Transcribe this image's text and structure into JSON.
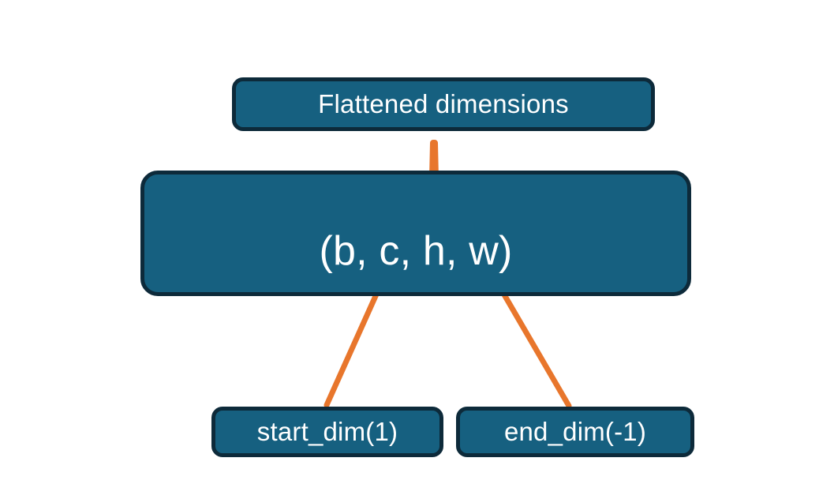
{
  "diagram": {
    "title_node": {
      "label": "Flattened dimensions",
      "name": "flattened-dimensions-box"
    },
    "shape_node": {
      "label": "(b, c, h, w)",
      "name": "tensor-shape-box"
    },
    "argument_nodes": [
      {
        "label": "start_dim(1)",
        "name": "start-dim-box"
      },
      {
        "label": "end_dim(-1)",
        "name": "end-dim-box"
      }
    ],
    "connectors": [
      {
        "name": "brace-connector",
        "kind": "curly-brace-up",
        "from": "tensor-shape-box",
        "to": "flattened-dimensions-box"
      },
      {
        "name": "start-dim-arrow",
        "kind": "arrow",
        "from": "start-dim-box",
        "to": "tensor-shape-box"
      },
      {
        "name": "end-dim-arrow",
        "kind": "arrow",
        "from": "end-dim-box",
        "to": "tensor-shape-box"
      }
    ],
    "colors": {
      "box_fill": "#166080",
      "box_border": "#0d2a3a",
      "text": "#ffffff",
      "accent_orange": "#e8762c",
      "background": "#ffffff"
    }
  }
}
